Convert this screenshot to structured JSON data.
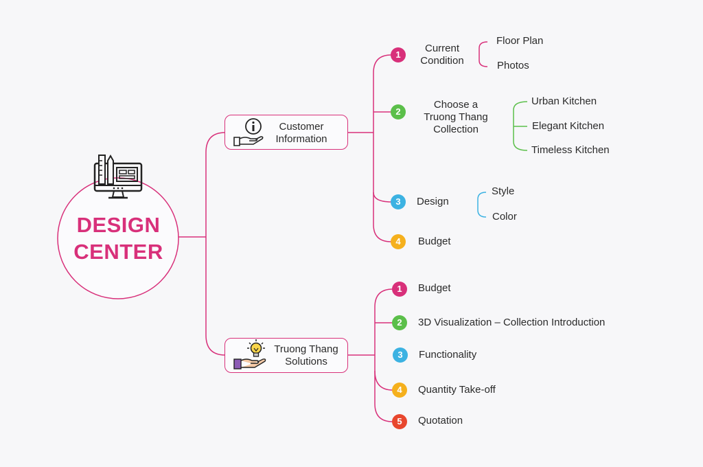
{
  "center": {
    "title_line1": "DESIGN",
    "title_line2": "CENTER",
    "icon": "monitor-design-tools-icon"
  },
  "colors": {
    "accent": "#d8307a",
    "green": "#5bbf4a",
    "blue": "#3cb2e2",
    "orange": "#f5b01d",
    "red": "#e8472e"
  },
  "customer_info": {
    "label_line1": "Customer",
    "label_line2": "Information",
    "icon": "hand-info-icon",
    "items": [
      {
        "num": "1",
        "line1": "Current",
        "line2": "Condition",
        "subs": [
          "Floor Plan",
          "Photos"
        ]
      },
      {
        "num": "2",
        "line1": "Choose a",
        "line2": "Truong Thang",
        "line3": "Collection",
        "subs": [
          "Urban Kitchen",
          "Elegant Kitchen",
          "Timeless Kitchen"
        ]
      },
      {
        "num": "3",
        "line1": "Design",
        "subs": [
          "Style",
          "Color"
        ]
      },
      {
        "num": "4",
        "line1": "Budget"
      }
    ]
  },
  "solutions": {
    "label_line1": "Truong Thang",
    "label_line2": "Solutions",
    "icon": "hand-lightbulb-icon",
    "items": [
      {
        "num": "1",
        "label": "Budget"
      },
      {
        "num": "2",
        "label": "3D Visualization – Collection Introduction"
      },
      {
        "num": "3",
        "label": "Functionality"
      },
      {
        "num": "4",
        "label": "Quantity Take-off"
      },
      {
        "num": "5",
        "label": "Quotation"
      }
    ]
  }
}
